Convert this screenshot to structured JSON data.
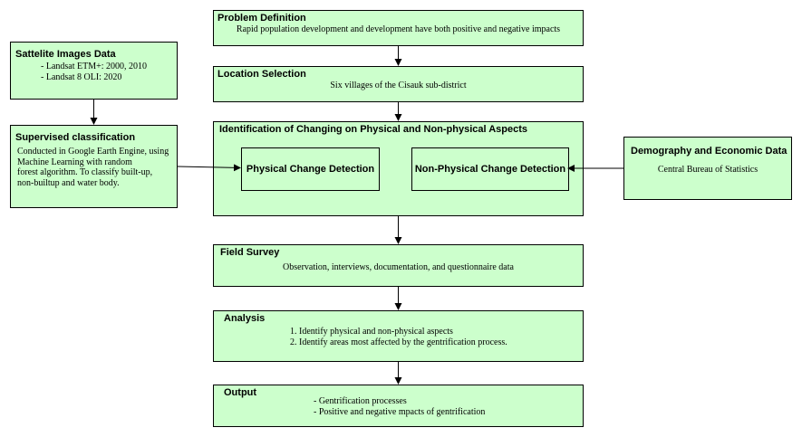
{
  "boxes": {
    "problem": {
      "title": "Problem Definition",
      "text": "Rapid population development and development have both positive and negative impacts"
    },
    "location": {
      "title": "Location Selection",
      "text": "Six villages of the Cisauk sub-district"
    },
    "identification": {
      "title": "Identification of Changing on Physical and Non-physical Aspects",
      "physical": "Physical Change Detection",
      "nonphysical": "Non-Physical Change Detection"
    },
    "field": {
      "title": "Field Survey",
      "text": "Observation, interviews, documentation, and questionnaire data"
    },
    "analysis": {
      "title": "Analysis",
      "lines": [
        "1. Identify physical and non-physical aspects",
        "2. Identify areas most affected by the gentrification process."
      ]
    },
    "output": {
      "title": "Output",
      "lines": [
        "- Gentrification processes",
        "- Positive and negative mpacts of gentrification"
      ]
    },
    "satellite": {
      "title": "Sattelite Images Data",
      "lines": [
        "- Landsat ETM+: 2000, 2010",
        "- Landsat 8 OLI: 2020"
      ]
    },
    "supervised": {
      "title": "Supervised classification",
      "lines": [
        "Conducted in Google Earth Engine, using",
        "Machine Learning with random",
        "forest algorithm. To classify built-up,",
        "non-builtup and water body."
      ]
    },
    "demography": {
      "title": "Demography and Economic Data",
      "text": "Central Bureau of Statistics"
    }
  },
  "colors": {
    "box_fill": "#ccffcc",
    "border": "#000000"
  }
}
